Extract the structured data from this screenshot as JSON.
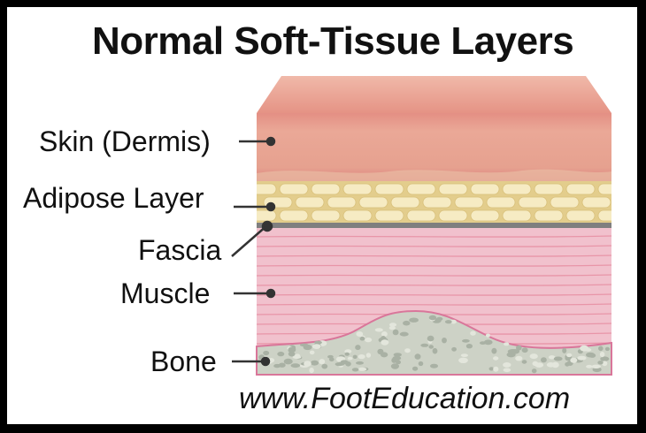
{
  "title": "Normal Soft-Tissue Layers",
  "labels": {
    "skin": "Skin (Dermis)",
    "adipose": "Adipose Layer",
    "fascia": "Fascia",
    "muscle": "Muscle",
    "bone": "Bone"
  },
  "website": "www.FootEducation.com",
  "colors": {
    "skin_top": "#e9aa9a",
    "skin_mid": "#e7a18f",
    "skin_bottom": "#dc7b76",
    "adipose_bg": "#ead9a0",
    "adipose_cell": "#f6ebc3",
    "fascia": "#7d7d7d",
    "muscle": "#f0bfcc",
    "muscle_line": "#e895a8",
    "bone": "#cfd3c8",
    "bone_dot": "#a9b1a4"
  }
}
